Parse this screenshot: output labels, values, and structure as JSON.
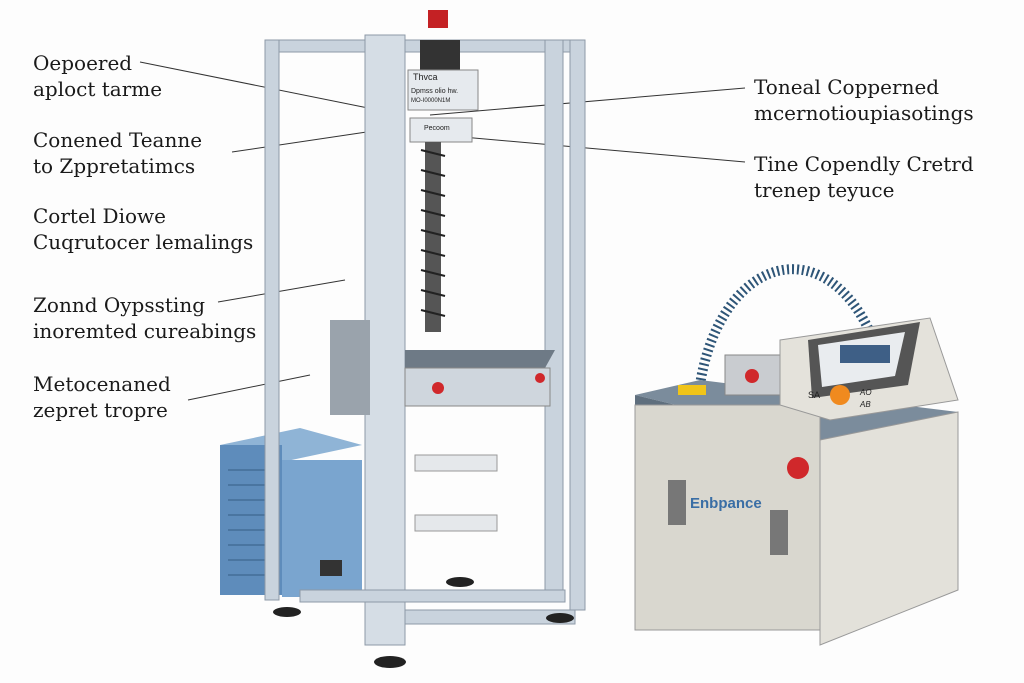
{
  "callouts": {
    "left": [
      {
        "line1": "Oepoered",
        "line2": "aploct tarme"
      },
      {
        "line1": "Conened Teanne",
        "line2": "to Zppretatimcs"
      },
      {
        "line1": "Cortel Diowe",
        "line2": "Cuqrutocer lemalings"
      },
      {
        "line1": "Zonnd Oypssting",
        "line2": "inoremted cureabings"
      },
      {
        "line1": "Metocenaned",
        "line2": "zepret tropre"
      }
    ],
    "right": [
      {
        "line1": "Toneal Copperned",
        "line2": "mcernotioupiasotings"
      },
      {
        "line1": "Tine Copendly Cretrd",
        "line2": "trenep teyuce"
      }
    ]
  },
  "machine": {
    "plate_title": "Thvca",
    "plate_line1": "Dpmss olio hw.",
    "plate_line2": "MO-I0000N1M",
    "small_plate": "Pecoom"
  },
  "cabinet": {
    "brand": "Enbpance",
    "panel_label_left": "SA",
    "panel_label_right1": "AO",
    "panel_label_right2": "AB"
  },
  "colors": {
    "frame": "#c9d3dd",
    "blue_box": "#6f9cc7",
    "cabinet": "#dcdad2",
    "top": "#7b8c9c",
    "red": "#d0282b"
  }
}
